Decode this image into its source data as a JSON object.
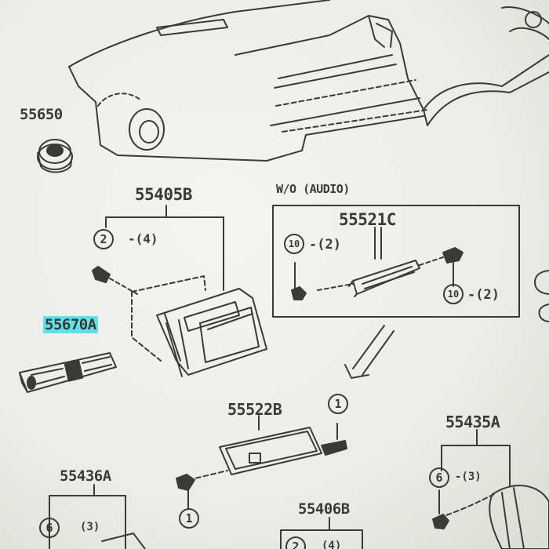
{
  "parts": {
    "p55650": "55650",
    "p55405b": "55405B",
    "p55670a": "55670A",
    "p55521c": "55521C",
    "p55522b": "55522B",
    "p55435a": "55435A",
    "p55436a": "55436A",
    "p55406b": "55406B"
  },
  "box_header": "W/O (AUDIO)",
  "callouts": {
    "c2": "2",
    "q2": "-(4)",
    "c10a": "10",
    "q10a": "-(2)",
    "c10b": "10",
    "q10b": "-(2)",
    "c1a": "1",
    "c1b": "1",
    "c6a": "6",
    "q6a": "-(3)",
    "c6b": "6",
    "q6b": "(3)",
    "c2b": "2",
    "q2b": "(4)"
  },
  "colors": {
    "highlight": "#62e0ea",
    "ink": "#3a3a38"
  }
}
